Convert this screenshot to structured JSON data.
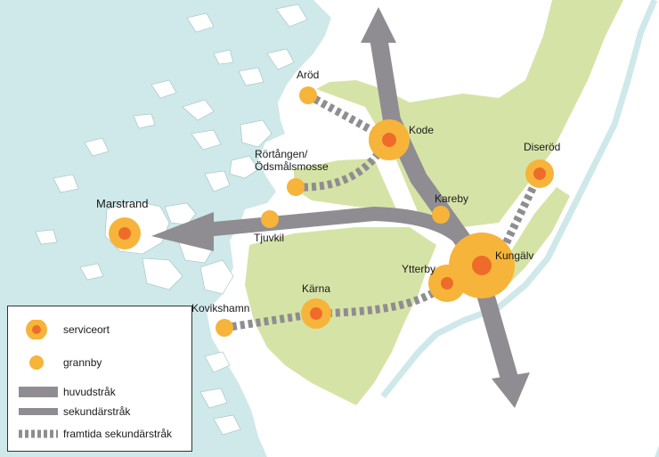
{
  "colors": {
    "sea": "#cfe8ea",
    "land": "#ffffff",
    "green_area": "#d6e3a6",
    "service_outer": "#f7b43a",
    "service_inner": "#ef6b2a",
    "grannby": "#f7b43a",
    "main_route": "#8f8d92",
    "secondary_route": "#8f8d92"
  },
  "places": {
    "marstrand": "Marstrand",
    "arod": "Aröd",
    "kode": "Kode",
    "rortangen": "Rörtången/",
    "odsmalsmosse": "Ödsmålsmosse",
    "kareby": "Kareby",
    "diserod": "Diseröd",
    "tjuvkil": "Tjuvkil",
    "kungalv": "Kungälv",
    "ytterby": "Ytterby",
    "karna": "Kärna",
    "kovikshamn": "Kovikshamn"
  },
  "legend": {
    "serviceort": "serviceort",
    "grannby": "grannby",
    "huvudstrak": "huvudstråk",
    "sekundarstrak": "sekundärstråk",
    "framtida": "framtida sekundärstråk"
  }
}
